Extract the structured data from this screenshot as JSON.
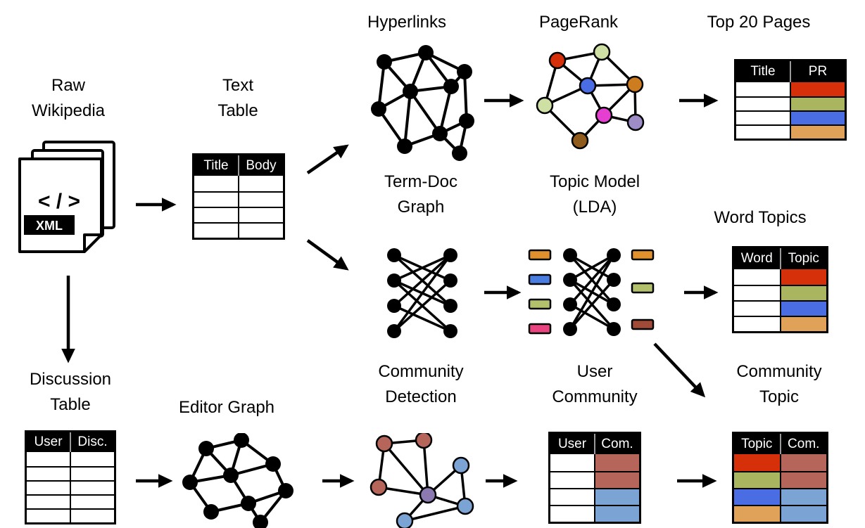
{
  "labels": {
    "hyperlinks": "Hyperlinks",
    "pagerank": "PageRank",
    "top20": "Top 20 Pages",
    "raw_wikipedia": "Raw\nWikipedia",
    "text_table": "Text\nTable",
    "term_doc": "Term-Doc\nGraph",
    "topic_model": "Topic Model\n(LDA)",
    "word_topics": "Word Topics",
    "discussion": "Discussion\nTable",
    "editor_graph": "Editor Graph",
    "community_detection": "Community\nDetection",
    "user_community": "User\nCommunity",
    "community_topic": "Community\nTopic"
  },
  "doc_icon": {
    "code": "< / >",
    "badge": "XML"
  },
  "colors": {
    "node_black": "#000000",
    "red": "#d53009",
    "olive": "#a9b55f",
    "blue": "#4a6de4",
    "orange": "#e0a259",
    "pale_green": "#cfe0a4",
    "magenta": "#e43fd0",
    "lavender": "#9d8cc6",
    "brown": "#8f5c1e",
    "orange_node": "#cd7d20",
    "bar_orange": "#e0912d",
    "bar_blue": "#4a7de0",
    "bar_olive": "#b3c06c",
    "bar_pink": "#e8447f",
    "bar_darkred": "#a14a38",
    "com_red": "#b5655a",
    "com_blue": "#7ba3d4",
    "com_purple": "#8a7ab0"
  },
  "tables": {
    "text": {
      "headers": [
        "Title",
        "Body"
      ]
    },
    "top20": {
      "headers": [
        "Title",
        "PR"
      ],
      "col2": [
        "#d53009",
        "#a9b55f",
        "#4a6de4",
        "#e0a259"
      ]
    },
    "word_topics": {
      "headers": [
        "Word",
        "Topic"
      ],
      "col2": [
        "#d53009",
        "#a9b55f",
        "#4a6de4",
        "#e0a259"
      ]
    },
    "discussion": {
      "headers": [
        "User",
        "Disc."
      ]
    },
    "user_community": {
      "headers": [
        "User",
        "Com."
      ],
      "col2": [
        "#b5655a",
        "#b5655a",
        "#7ba3d4",
        "#7ba3d4"
      ]
    },
    "community_topic": {
      "headers": [
        "Topic",
        "Com."
      ],
      "col1": [
        "#d53009",
        "#a9b55f",
        "#4a6de4",
        "#e0a259"
      ],
      "col2": [
        "#b5655a",
        "#b5655a",
        "#7ba3d4",
        "#7ba3d4"
      ]
    }
  }
}
